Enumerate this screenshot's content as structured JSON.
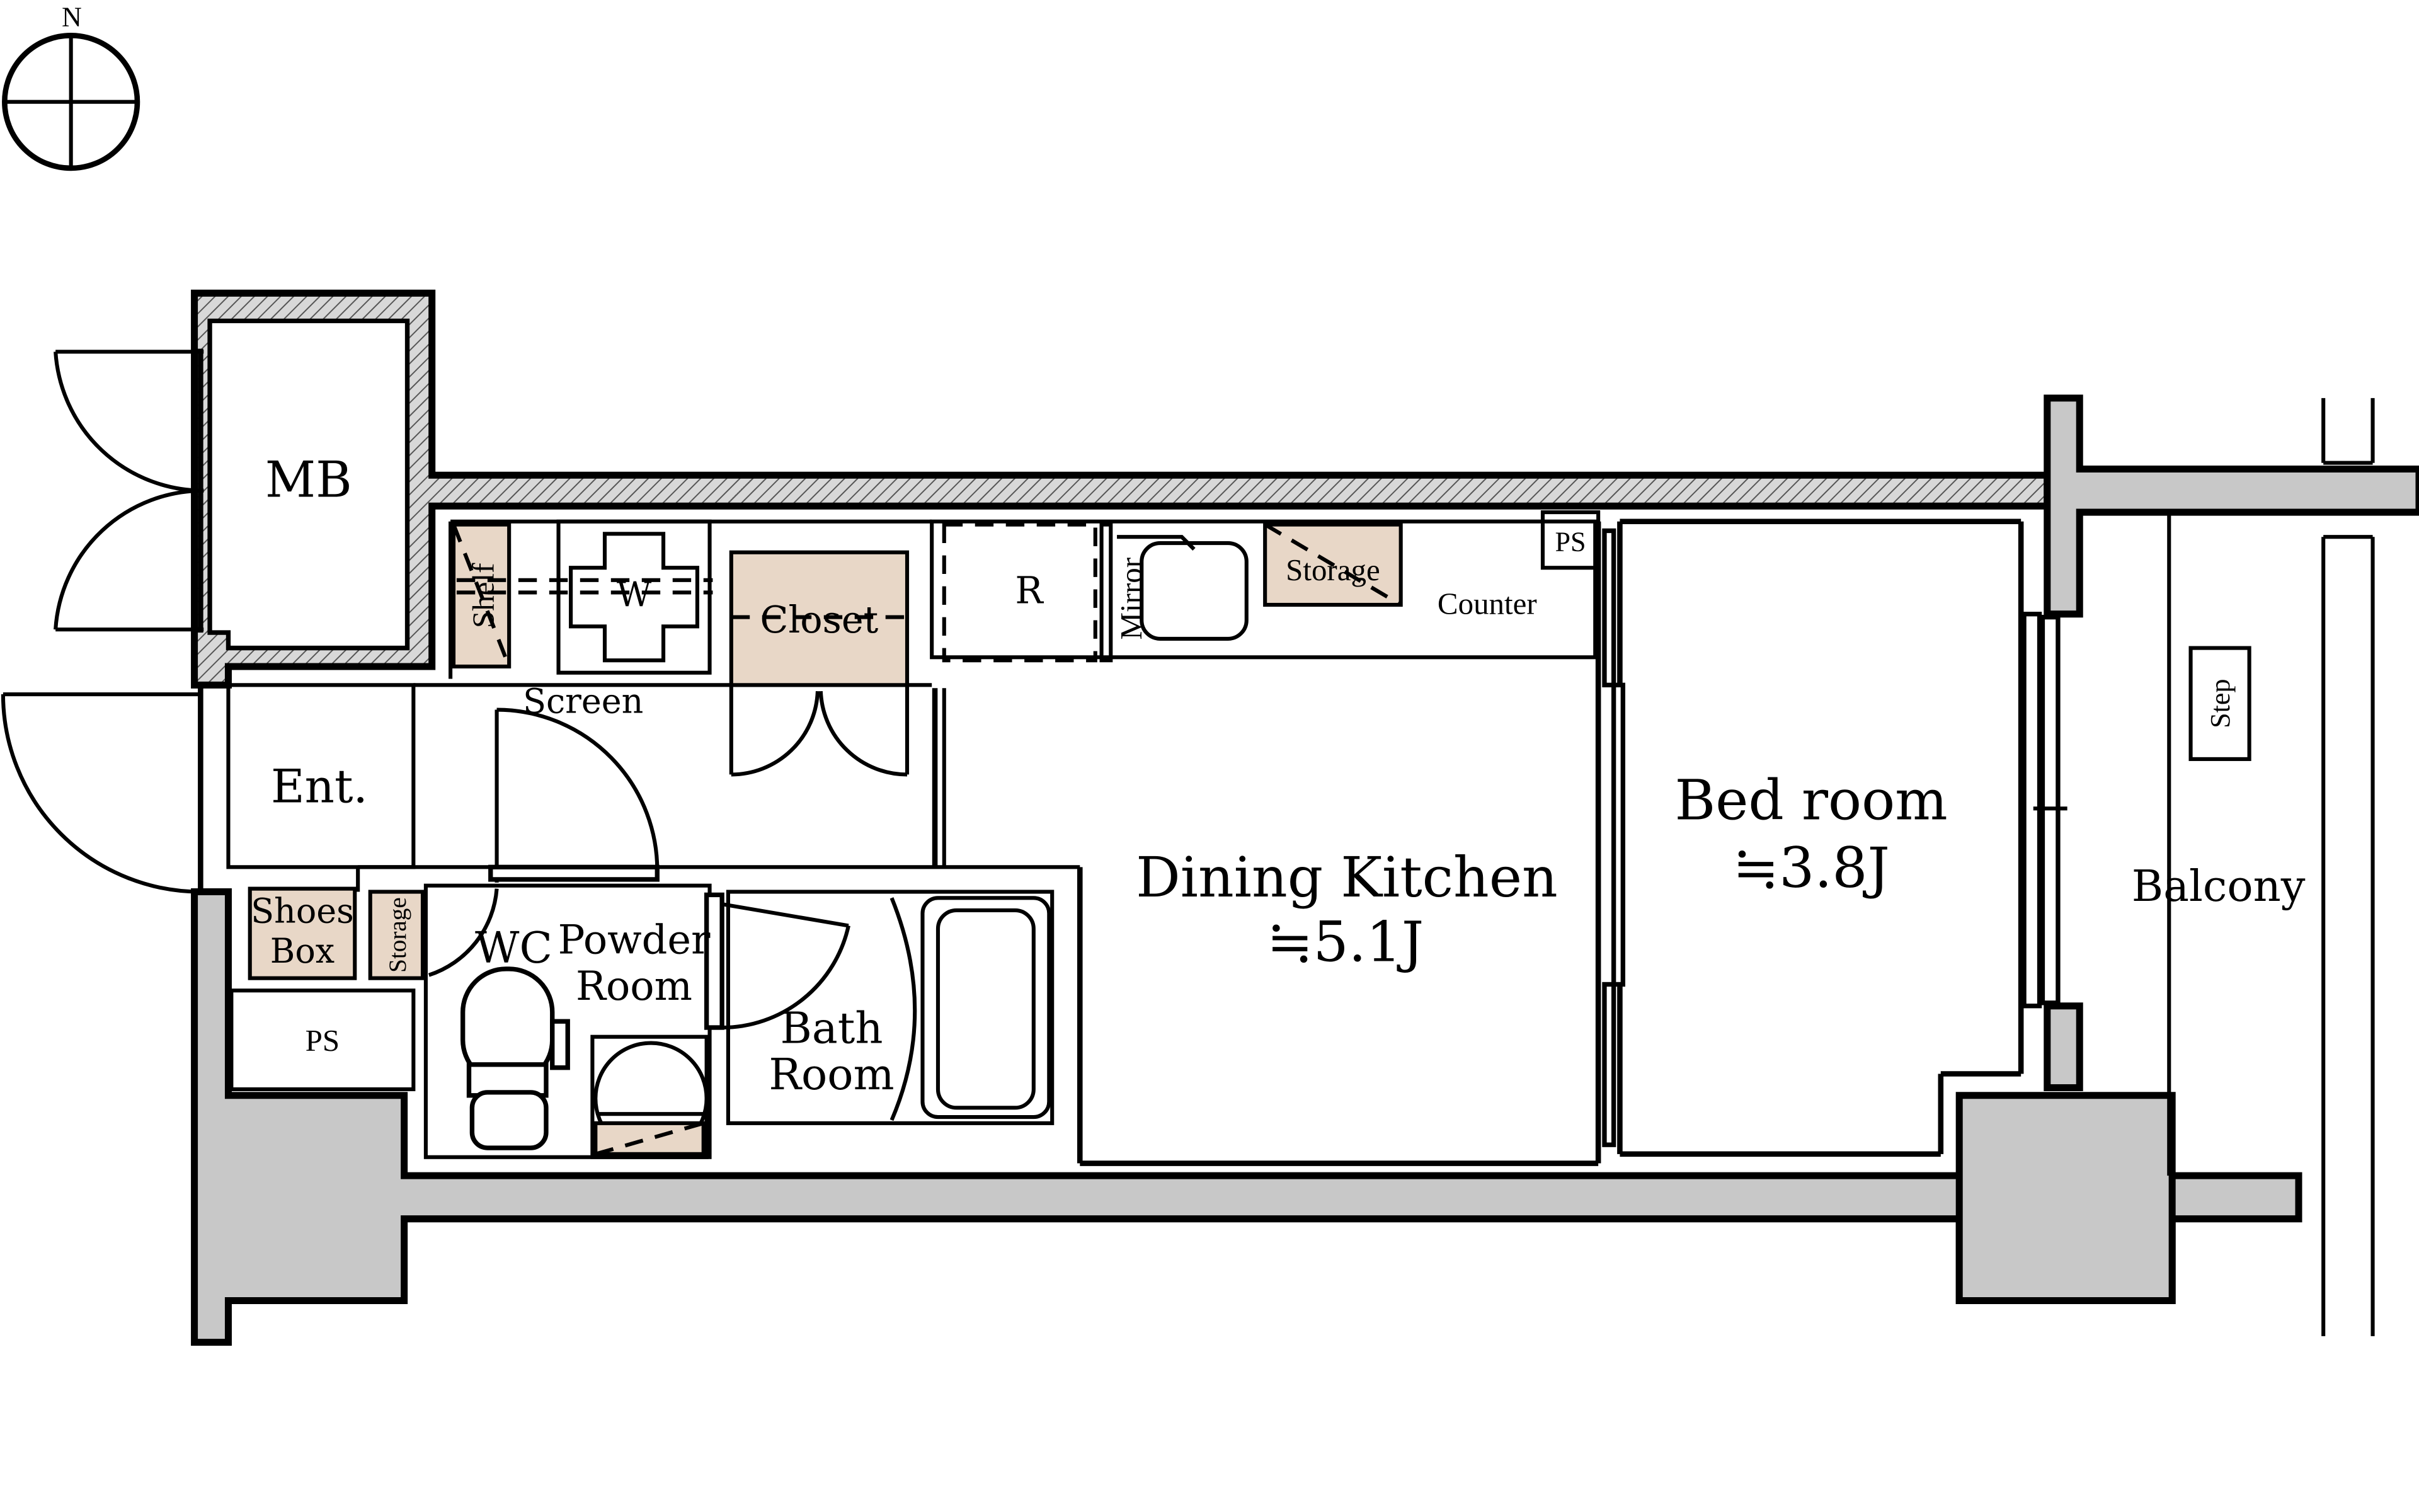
{
  "compass": {
    "north_label": "N"
  },
  "rooms": {
    "mb": "MB",
    "entrance": "Ent.",
    "shelf": "Shelf",
    "washer": "W",
    "closet": "Closet",
    "screen": "Screen",
    "refrigerator": "R",
    "mirror": "Mirror",
    "storage_kitchen": "Storage",
    "counter": "Counter",
    "ps_top": "PS",
    "dining_kitchen_name": "Dining Kitchen",
    "dining_kitchen_size": "≒5.1J",
    "bedroom_name": "Bed room",
    "bedroom_size": "≒3.8J",
    "balcony": "Balcony",
    "step": "Step",
    "shoes_box_line1": "Shoes",
    "shoes_box_line2": "Box",
    "storage_wc": "Storage",
    "wc": "WC",
    "powder_room_line1": "Powder",
    "powder_room_line2": "Room",
    "bath_room_line1": "Bath",
    "bath_room_line2": "Room",
    "ps_bottom": "PS"
  },
  "colors": {
    "storage_fill": "#e8d7c7",
    "wall_fill": "#c8c8c8"
  }
}
